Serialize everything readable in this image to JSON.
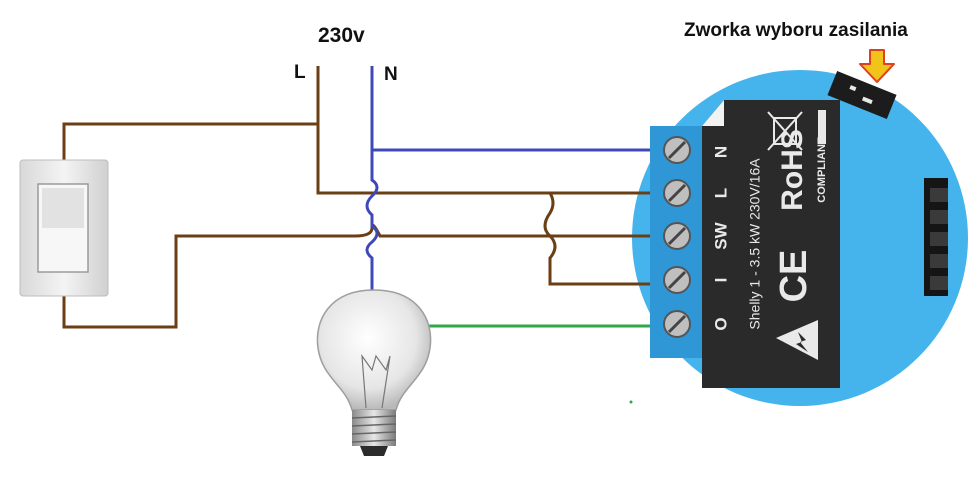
{
  "labels": {
    "voltage": "230v",
    "line": "L",
    "neutral": "N",
    "jumper_caption": "Zworka wyboru zasilania"
  },
  "device": {
    "terminals": [
      "N",
      "L",
      "SW",
      "I",
      "O"
    ],
    "brand_line": "Shelly 1 - 3.5 kW 230V/16A",
    "rohs": "RoHS",
    "compliant": "COMPLIANT",
    "ce": "CE"
  },
  "colors": {
    "live_wire": "#6b3f14",
    "neutral_wire": "#3f48b8",
    "earth_wire": "#2fa84a",
    "device_body": "#45b4ec",
    "label_panel": "#2a2a2a",
    "arrow": "#f0c419"
  }
}
